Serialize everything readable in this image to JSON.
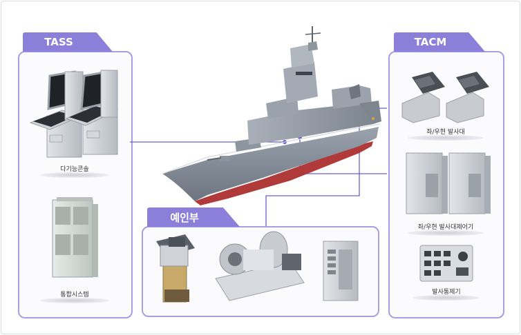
{
  "sections": {
    "tass": {
      "title": "TASS"
    },
    "tacm": {
      "title": "TACM"
    },
    "towing": {
      "title": "예인부"
    }
  },
  "captions": {
    "multi_console": "다기능콘솔",
    "integrated_system": "통합시스템",
    "launcher": "좌/우현 발사대",
    "launcher_controller": "좌/우현 발사대제어기",
    "launch_control": "발사통제기"
  },
  "colors": {
    "accent": "#8c7fd9",
    "border": "#a99ee6",
    "line": "#6a5fd0",
    "hull_gray": "#7c8490",
    "hull_red": "#b03a3a"
  }
}
